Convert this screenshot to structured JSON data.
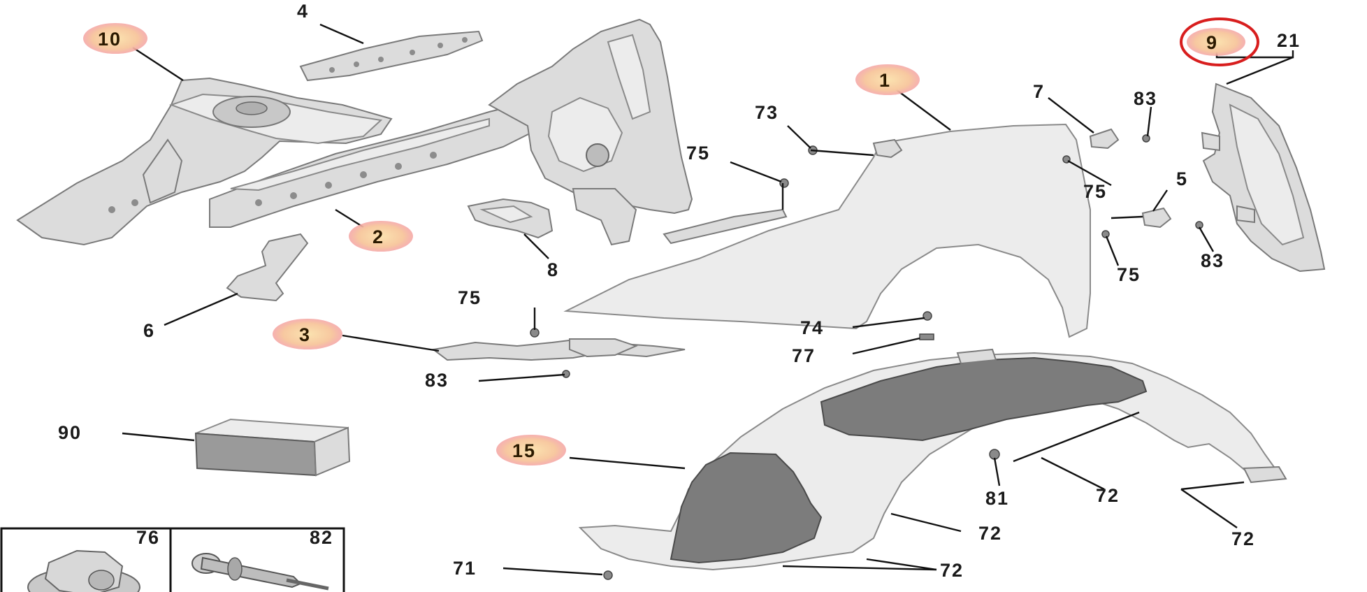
{
  "callouts": {
    "c1": "1",
    "c2": "2",
    "c3": "3",
    "c4": "4",
    "c5": "5",
    "c6": "6",
    "c7": "7",
    "c8": "8",
    "c9": "9",
    "c10": "10",
    "c15": "15",
    "c21": "21",
    "c71": "71",
    "c72a": "72",
    "c72b": "72",
    "c72c": "72",
    "c72d": "72",
    "c73": "73",
    "c74": "74",
    "c75a": "75",
    "c75b": "75",
    "c75c": "75",
    "c75d": "75",
    "c77": "77",
    "c81": "81",
    "c83a": "83",
    "c83b": "83",
    "c83c": "83",
    "c90": "90"
  },
  "inset": {
    "box_left": "76",
    "box_right": "82"
  },
  "colors": {
    "highlight_fill": "#f9d9a0",
    "highlight_glow": "#f29a9a",
    "circle_mark": "#d81e1e"
  }
}
